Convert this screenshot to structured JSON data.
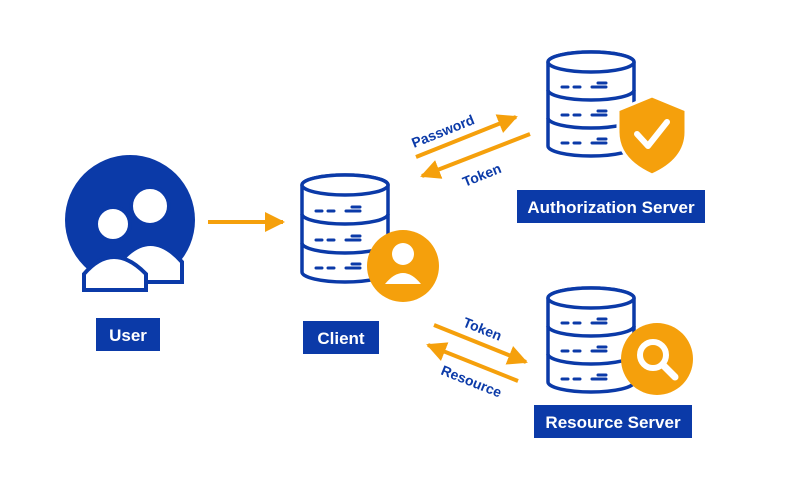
{
  "colors": {
    "primary": "#0b3aa8",
    "accent": "#f5a00c",
    "background": "#ffffff"
  },
  "nodes": {
    "user": {
      "label": "User",
      "icon": "users-icon"
    },
    "client": {
      "label": "Client",
      "icon": "person-badge-icon",
      "server_icon": "server-stack-icon"
    },
    "auth_server": {
      "label": "Authorization Server",
      "icon": "shield-check-icon",
      "server_icon": "server-stack-icon"
    },
    "resource_server": {
      "label": "Resource Server",
      "icon": "magnifier-icon",
      "server_icon": "server-stack-icon"
    }
  },
  "edges": {
    "password": "Password",
    "token_from_auth": "Token",
    "token_to_resource": "Token",
    "resource": "Resource"
  }
}
